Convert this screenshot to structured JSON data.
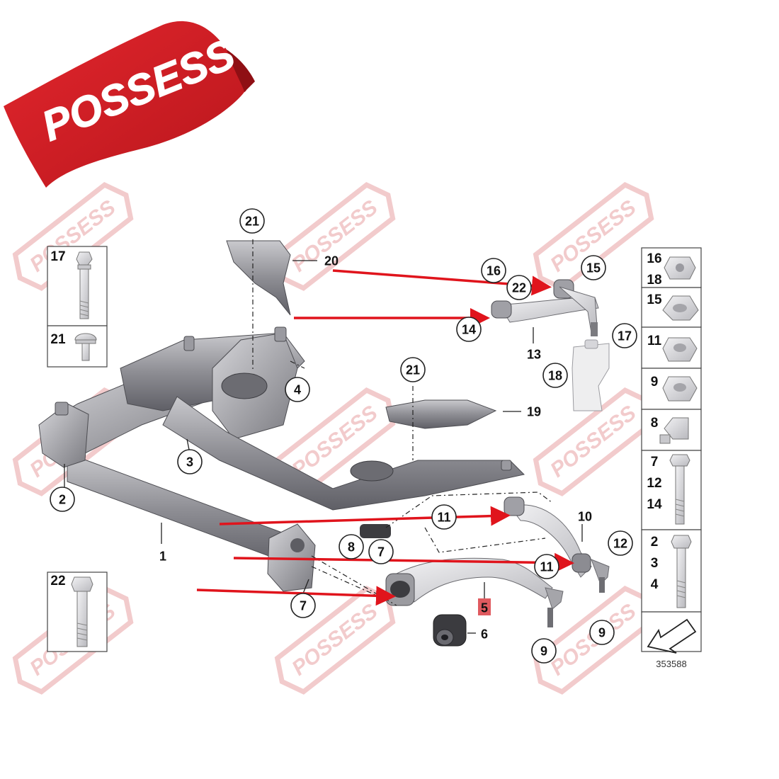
{
  "brand": {
    "name": "POSSESS",
    "primary_color": "#d8232a",
    "watermark_color": "#e8a0a3"
  },
  "diagram_id": "353588",
  "part_callouts": [
    {
      "id": "c1",
      "num": "1"
    },
    {
      "id": "c2",
      "num": "2"
    },
    {
      "id": "c3",
      "num": "3"
    },
    {
      "id": "c4",
      "num": "4"
    },
    {
      "id": "c5",
      "num": "5",
      "highlight": true
    },
    {
      "id": "c6",
      "num": "6"
    },
    {
      "id": "c7a",
      "num": "7"
    },
    {
      "id": "c7b",
      "num": "7"
    },
    {
      "id": "c8",
      "num": "8"
    },
    {
      "id": "c9a",
      "num": "9"
    },
    {
      "id": "c9b",
      "num": "9"
    },
    {
      "id": "c10",
      "num": "10"
    },
    {
      "id": "c11a",
      "num": "11"
    },
    {
      "id": "c11b",
      "num": "11"
    },
    {
      "id": "c12",
      "num": "12"
    },
    {
      "id": "c13",
      "num": "13"
    },
    {
      "id": "c14",
      "num": "14"
    },
    {
      "id": "c15",
      "num": "15"
    },
    {
      "id": "c16",
      "num": "16"
    },
    {
      "id": "c17",
      "num": "17"
    },
    {
      "id": "c18",
      "num": "18"
    },
    {
      "id": "c19",
      "num": "19"
    },
    {
      "id": "c20",
      "num": "20"
    },
    {
      "id": "c21a",
      "num": "21"
    },
    {
      "id": "c21b",
      "num": "21"
    },
    {
      "id": "c22",
      "num": "22"
    }
  ],
  "left_fastener_boxes": [
    {
      "label": "17"
    },
    {
      "label": "21"
    },
    {
      "label": "22"
    }
  ],
  "right_fastener_boxes": [
    {
      "labels": [
        "16",
        "18"
      ]
    },
    {
      "labels": [
        "15"
      ]
    },
    {
      "labels": [
        "11"
      ]
    },
    {
      "labels": [
        "9"
      ]
    },
    {
      "labels": [
        "8"
      ]
    },
    {
      "labels": [
        "7",
        "12",
        "14"
      ]
    },
    {
      "labels": [
        "2",
        "3",
        "4"
      ]
    }
  ],
  "icons": [
    "direction-arrow-icon"
  ]
}
